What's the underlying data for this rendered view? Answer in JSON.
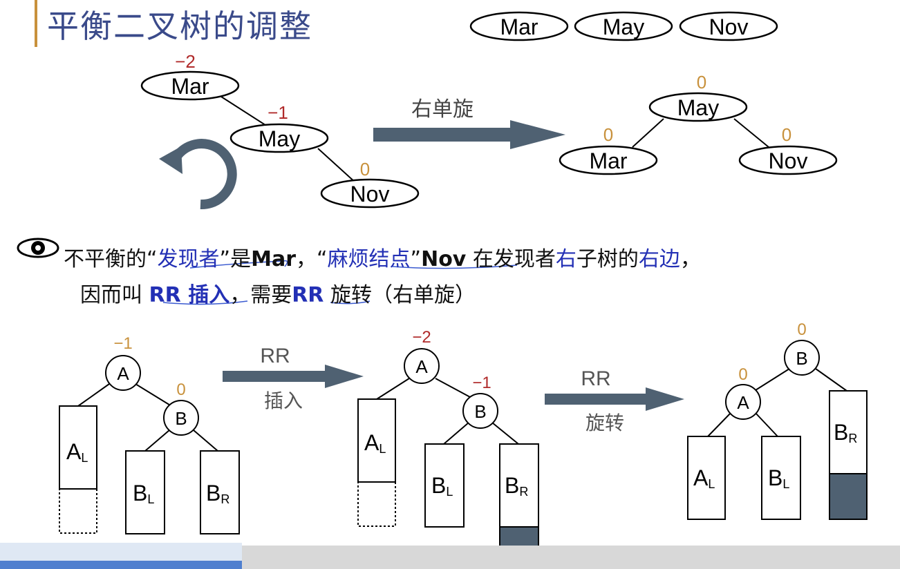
{
  "title": "平衡二叉树的调整",
  "sequence": [
    "Mar",
    "May",
    "Nov"
  ],
  "top_left_tree": {
    "nodes": [
      {
        "label": "Mar",
        "bf": "−2"
      },
      {
        "label": "May",
        "bf": "−1"
      },
      {
        "label": "Nov",
        "bf": "0"
      }
    ]
  },
  "top_arrow_label": "右单旋",
  "top_right_tree": {
    "nodes": [
      {
        "label": "May",
        "bf": "0"
      },
      {
        "label": "Mar",
        "bf": "0"
      },
      {
        "label": "Nov",
        "bf": "0"
      }
    ]
  },
  "note": {
    "l1_a": "不平衡的“",
    "l1_b": "发现者",
    "l1_c": "”是",
    "l1_d": "Mar",
    "l1_e": "，“",
    "l1_f": "麻烦结点",
    "l1_g": "”",
    "l1_h": "Nov",
    "l1_i": " 在发现者",
    "l1_j": "右",
    "l1_k": "子树的",
    "l1_l": "右边",
    "l1_m": "，",
    "l2_a": "因而叫 ",
    "l2_b": "RR 插入",
    "l2_c": "，需要",
    "l2_d": "RR",
    "l2_e": " 旋转（右单旋）"
  },
  "diagram1": {
    "A": "A",
    "A_bf": "−1",
    "B": "B",
    "B_bf": "0",
    "AL_main": "A",
    "AL_sub": "L",
    "BL_main": "B",
    "BL_sub": "L",
    "BR_main": "B",
    "BR_sub": "R"
  },
  "arrow1": {
    "top": "RR",
    "bottom": "插入"
  },
  "diagram2": {
    "A": "A",
    "A_bf": "−2",
    "B": "B",
    "B_bf": "−1",
    "AL_main": "A",
    "AL_sub": "L",
    "BL_main": "B",
    "BL_sub": "L",
    "BR_main": "B",
    "BR_sub": "R"
  },
  "arrow2": {
    "top": "RR",
    "bottom": "旋转"
  },
  "diagram3": {
    "B": "B",
    "B_bf": "0",
    "A": "A",
    "A_bf": "0",
    "AL_main": "A",
    "AL_sub": "L",
    "BL_main": "B",
    "BL_sub": "L",
    "BR_main": "B",
    "BR_sub": "R"
  },
  "colors": {
    "title": "#3a4a8a",
    "accent_bar": "#c8913c",
    "bf_red": "#b02a2a",
    "bf_orange": "#c8913c",
    "arrow": "#4f6172",
    "blue_text": "#2330b5"
  }
}
